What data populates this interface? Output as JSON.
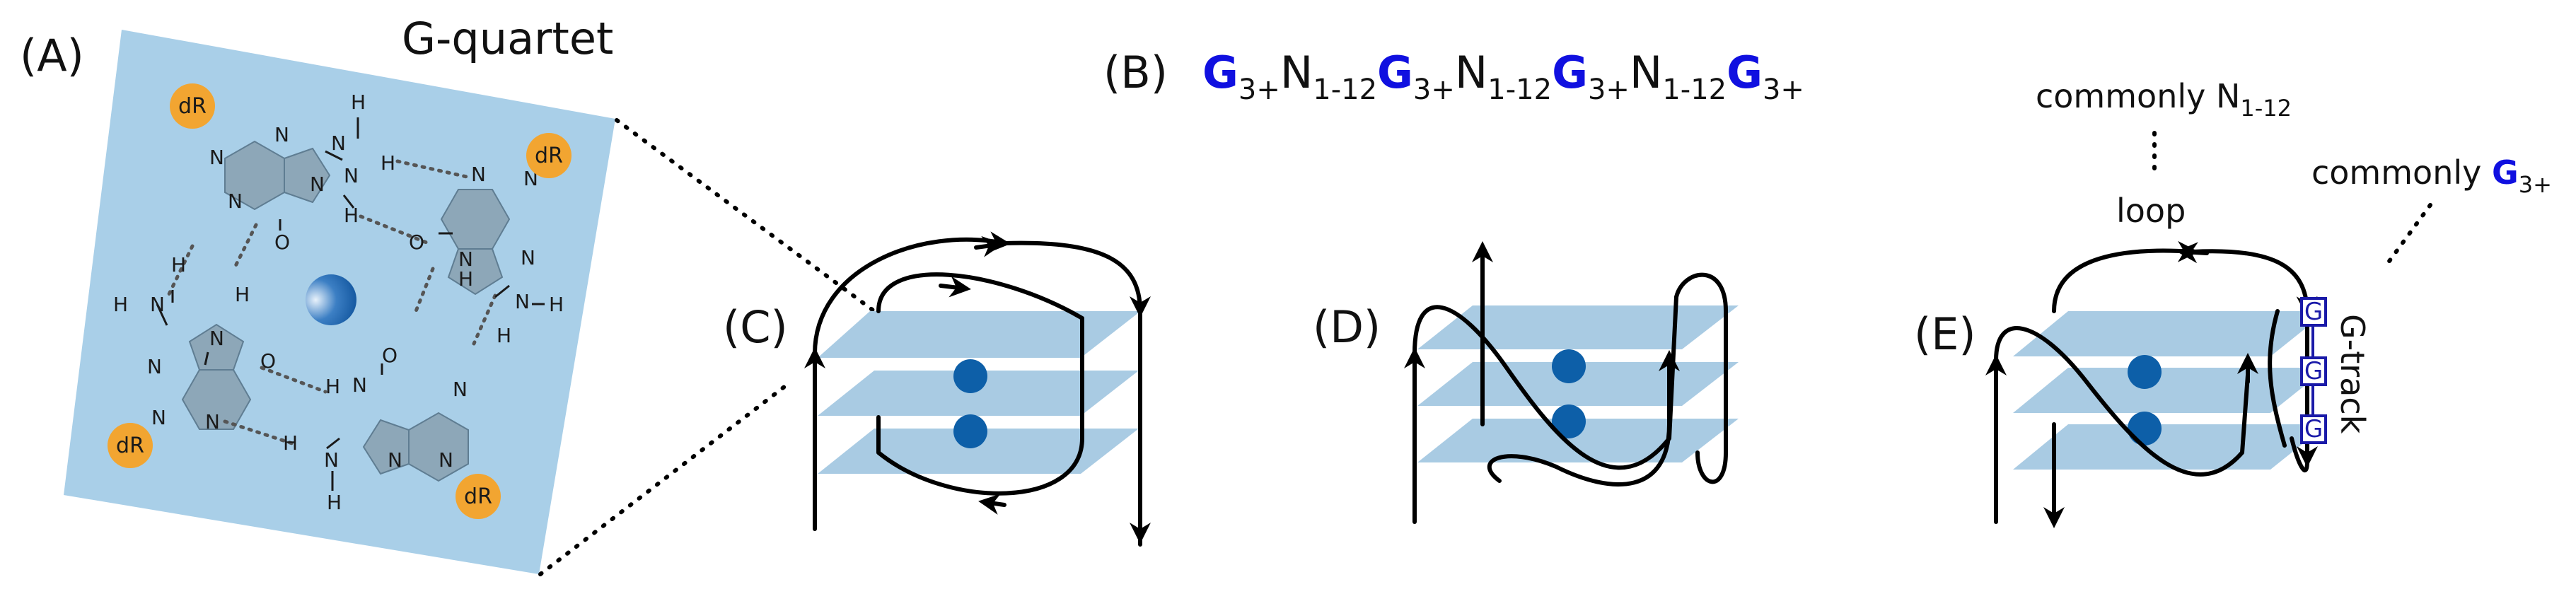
{
  "panels": {
    "A": {
      "label": "(A)",
      "title": "G-quartet",
      "sugar": "dR",
      "atoms": {
        "N": "N",
        "H": "H",
        "O": "O"
      }
    },
    "B": {
      "label": "(B)",
      "g": "G",
      "g_sub": "3+",
      "n": "N",
      "n_sub": "1-12"
    },
    "C": {
      "label": "(C)"
    },
    "D": {
      "label": "(D)"
    },
    "E": {
      "label": "(E)",
      "loop_note_prefix": "commonly N",
      "loop_note_sub": "1-12",
      "loop": "loop",
      "track_note_prefix": "commonly ",
      "track_note_g": "G",
      "track_note_sub": "3+",
      "g_track": "G-track",
      "box_letter": "G"
    }
  },
  "colors": {
    "quartet_background": "#a9cfe8",
    "plates": "#a9cbe3",
    "guanine": "#8da7b8",
    "sugar": "#f2a531",
    "ion": "#0d5fa8",
    "g_highlight": "#1010e0"
  }
}
